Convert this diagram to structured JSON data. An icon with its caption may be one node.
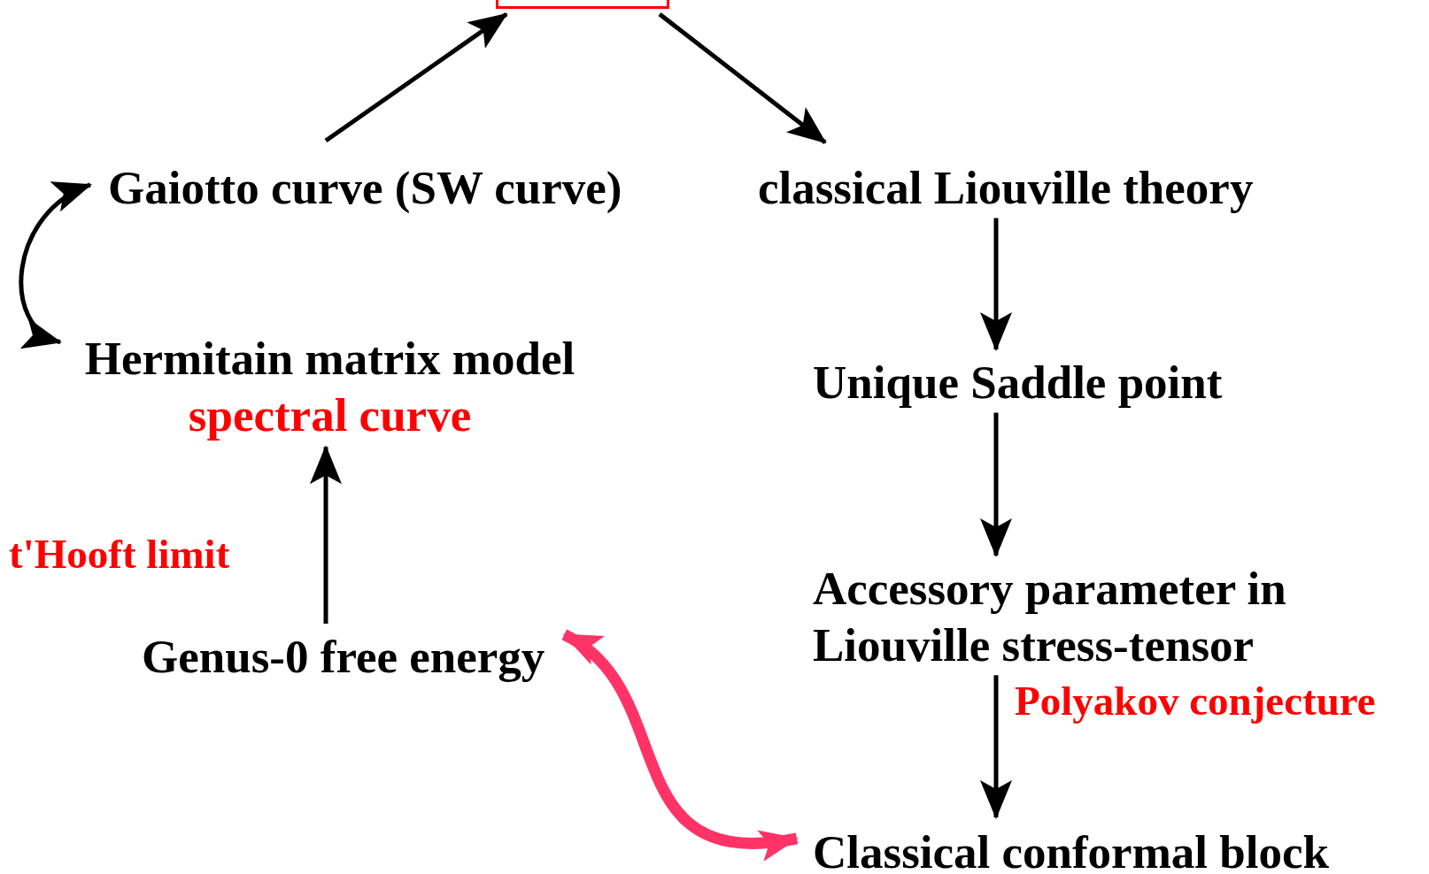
{
  "diagram": {
    "nodes": [
      {
        "text": [],
        "shape": "box"
      },
      {
        "text": [
          "Gaiotto curve (SW curve)"
        ]
      },
      {
        "text": [
          "classical Liouville theory"
        ]
      },
      {
        "text": [
          "Hermitain matrix model",
          "spectral curve"
        ]
      },
      {
        "text": [
          "Genus-0 free energy"
        ]
      },
      {
        "text": [
          "Unique Saddle point"
        ]
      },
      {
        "text": [
          "Accessory parameter in Liouville stress-tensor"
        ]
      },
      {
        "text": [
          "Classical conformal block"
        ]
      }
    ],
    "edges": [
      {
        "from": 1,
        "to": 0,
        "arrow": "to"
      },
      {
        "from": 0,
        "to": 2,
        "arrow": "to"
      },
      {
        "from": 1,
        "to": 3,
        "arrow": "both"
      },
      {
        "from": 2,
        "to": 5,
        "arrow": "to"
      },
      {
        "from": 5,
        "to": 6,
        "arrow": "to"
      },
      {
        "from": 6,
        "to": 7,
        "arrow": "to",
        "label": "Polyakov conjecture"
      },
      {
        "from": 4,
        "to": 3,
        "arrow": "to",
        "label": "t'Hooft limit"
      },
      {
        "from": 4,
        "to": 7,
        "arrow": "both",
        "style": "thick",
        "color": "#ff3366"
      }
    ]
  }
}
